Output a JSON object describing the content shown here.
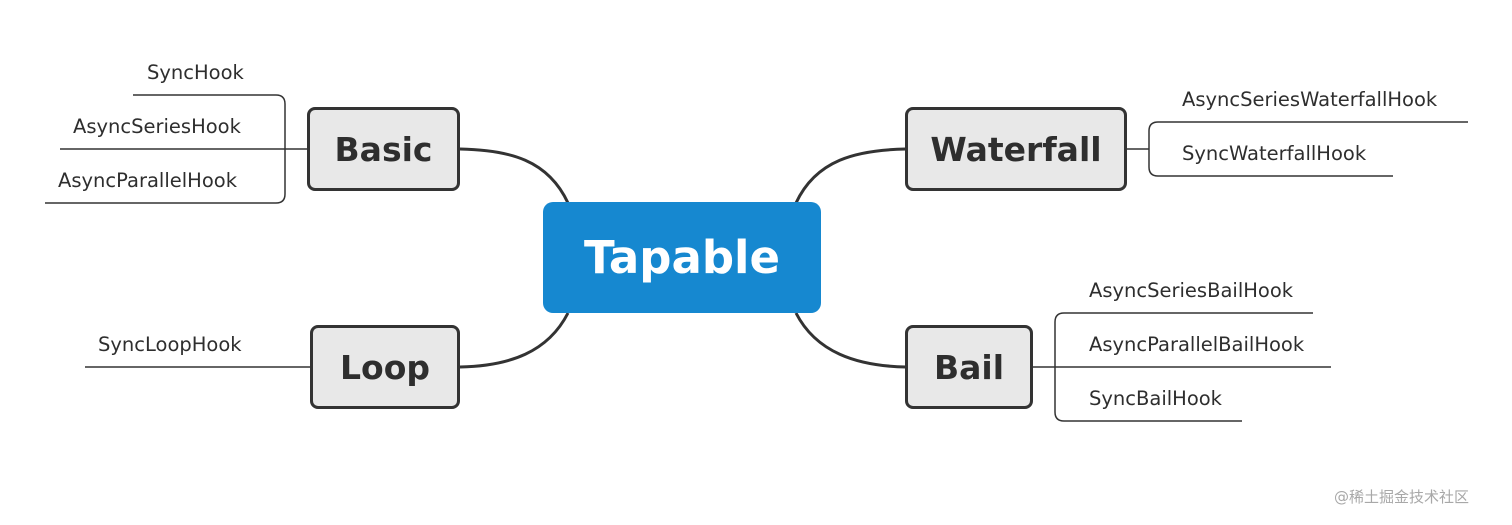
{
  "colors": {
    "central_fill": "#1688d0",
    "central_text": "#ffffff",
    "topic_fill": "#e8e8e8",
    "topic_border": "#333333",
    "line": "#333333",
    "text": "#2e2e2e",
    "watermark": "#a8a8a8"
  },
  "central": {
    "label": "Tapable"
  },
  "topics": {
    "basic": {
      "label": "Basic",
      "children": [
        "SyncHook",
        "AsyncSeriesHook",
        "AsyncParallelHook"
      ]
    },
    "loop": {
      "label": "Loop",
      "children": [
        "SyncLoopHook"
      ]
    },
    "waterfall": {
      "label": "Waterfall",
      "children": [
        "AsyncSeriesWaterfallHook",
        "SyncWaterfallHook"
      ]
    },
    "bail": {
      "label": "Bail",
      "children": [
        "AsyncSeriesBailHook",
        "AsyncParallelBailHook",
        "SyncBailHook"
      ]
    }
  },
  "watermark": "@稀土掘金技术社区"
}
